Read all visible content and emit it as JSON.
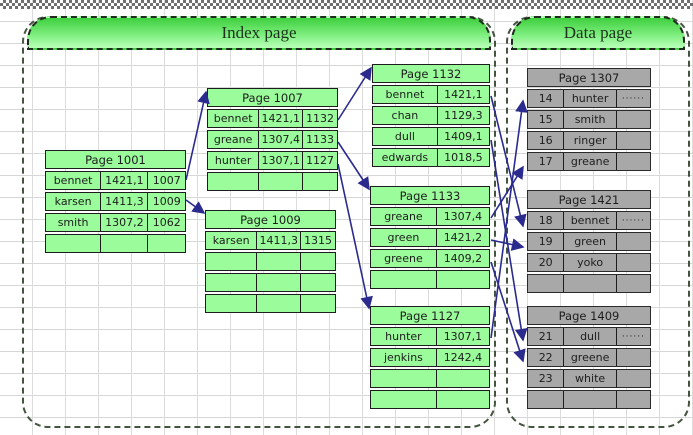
{
  "banners": {
    "index": "Index page",
    "data": "Data page"
  },
  "tables": [
    {
      "id": "page1001",
      "title": "Page 1001",
      "style": "green",
      "rows": [
        [
          "bennet",
          "1421,1",
          "1007"
        ],
        [
          "karsen",
          "1411,3",
          "1009"
        ],
        [
          "smith",
          "1307,2",
          "1062"
        ],
        [
          "",
          "",
          ""
        ]
      ]
    },
    {
      "id": "page1007",
      "title": "Page 1007",
      "style": "green",
      "rows": [
        [
          "bennet",
          "1421,1",
          "1132"
        ],
        [
          "greane",
          "1307,4",
          "1133"
        ],
        [
          "hunter",
          "1307,1",
          "1127"
        ],
        [
          "",
          "",
          ""
        ]
      ]
    },
    {
      "id": "page1009",
      "title": "Page 1009",
      "style": "green",
      "rows": [
        [
          "karsen",
          "1411,3",
          "1315"
        ],
        [
          "",
          "",
          ""
        ],
        [
          "",
          "",
          ""
        ],
        [
          "",
          "",
          ""
        ]
      ]
    },
    {
      "id": "page1132",
      "title": "Page 1132",
      "style": "green",
      "rows": [
        [
          "bennet",
          "1421,1"
        ],
        [
          "chan",
          "1129,3"
        ],
        [
          "dull",
          "1409,1"
        ],
        [
          "edwards",
          "1018,5"
        ]
      ]
    },
    {
      "id": "page1133",
      "title": "Page 1133",
      "style": "green",
      "rows": [
        [
          "greane",
          "1307,4"
        ],
        [
          "green",
          "1421,2"
        ],
        [
          "greene",
          "1409,2"
        ],
        [
          "",
          ""
        ]
      ]
    },
    {
      "id": "page1127",
      "title": "Page 1127",
      "style": "green",
      "rows": [
        [
          "hunter",
          "1307,1"
        ],
        [
          "jenkins",
          "1242,4"
        ],
        [
          "",
          ""
        ],
        [
          "",
          ""
        ]
      ]
    },
    {
      "id": "page1307",
      "title": "Page 1307",
      "style": "gray",
      "rows": [
        [
          "14",
          "hunter",
          "······"
        ],
        [
          "15",
          "smith",
          ""
        ],
        [
          "16",
          "ringer",
          ""
        ],
        [
          "17",
          "greane",
          ""
        ]
      ]
    },
    {
      "id": "page1421",
      "title": "Page 1421",
      "style": "gray",
      "rows": [
        [
          "18",
          "bennet",
          "······"
        ],
        [
          "19",
          "green",
          ""
        ],
        [
          "20",
          "yoko",
          ""
        ],
        [
          "",
          "",
          ""
        ]
      ]
    },
    {
      "id": "page1409",
      "title": "Page 1409",
      "style": "gray",
      "rows": [
        [
          "21",
          "dull",
          "······"
        ],
        [
          "22",
          "greene",
          ""
        ],
        [
          "23",
          "white",
          ""
        ],
        [
          "",
          "",
          ""
        ]
      ]
    }
  ],
  "arrows": [
    {
      "name": "arrow-1001-bennet-to-1007",
      "from": "page1001:bennet/1007",
      "to": "page1007"
    },
    {
      "name": "arrow-1001-karsen-to-1009",
      "from": "page1001:karsen/1009",
      "to": "page1009"
    },
    {
      "name": "arrow-1007-bennet-to-1132",
      "from": "page1007:bennet/1132",
      "to": "page1132"
    },
    {
      "name": "arrow-1007-greane-to-1133",
      "from": "page1007:greane/1133",
      "to": "page1133"
    },
    {
      "name": "arrow-1007-hunter-to-1127",
      "from": "page1007:hunter/1127",
      "to": "page1127"
    },
    {
      "name": "arrow-1132-bennet-to-1421-row18",
      "from": "page1132:bennet/1421,1",
      "to": "page1421:18"
    },
    {
      "name": "arrow-1132-dull-to-1409-row21",
      "from": "page1132:dull/1409,1",
      "to": "page1409:21"
    },
    {
      "name": "arrow-1133-greane-to-1307-row17",
      "from": "page1133:greane/1307,4",
      "to": "page1307:17"
    },
    {
      "name": "arrow-1133-green-to-1421-row19",
      "from": "page1133:green/1421,2",
      "to": "page1421:19"
    },
    {
      "name": "arrow-1133-greene-to-1409-row22",
      "from": "page1133:greene/1409,2",
      "to": "page1409:22"
    },
    {
      "name": "arrow-1127-hunter-to-1307-row14",
      "from": "page1127:hunter/1307,1",
      "to": "page1307:14"
    }
  ],
  "colors": {
    "green_fill": "#9afc9a",
    "banner_gradient_top": "#3ecf3e",
    "banner_gradient_bottom": "#b9ffb9",
    "gray_fill": "#a8a8a8",
    "table_border": "#1d1d1d",
    "container_border": "#44553f",
    "arrow": "#2b2b8e"
  }
}
